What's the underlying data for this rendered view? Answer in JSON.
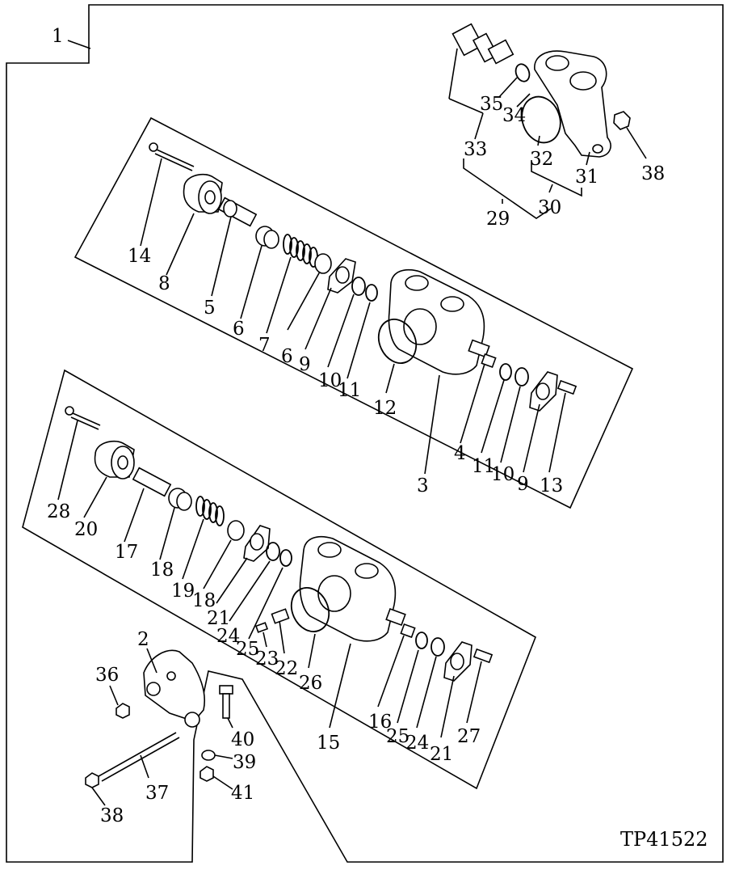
{
  "figure_id": "TP41522",
  "callouts": {
    "c1": "1",
    "c2": "2",
    "c3": "3",
    "c4": "4",
    "c5": "5",
    "c6a": "6",
    "c6b": "6",
    "c7": "7",
    "c8": "8",
    "c9a": "9",
    "c9b": "9",
    "c10a": "10",
    "c10b": "10",
    "c11a": "11",
    "c11b": "11",
    "c12": "12",
    "c13": "13",
    "c14": "14",
    "c15": "15",
    "c16": "16",
    "c17": "17",
    "c18a": "18",
    "c18b": "18",
    "c19": "19",
    "c20": "20",
    "c21a": "21",
    "c21b": "21",
    "c22": "22",
    "c23": "23",
    "c24a": "24",
    "c24b": "24",
    "c25a": "25",
    "c25b": "25",
    "c26": "26",
    "c27": "27",
    "c28": "28",
    "c29": "29",
    "c30": "30",
    "c31": "31",
    "c32": "32",
    "c33": "33",
    "c34": "34",
    "c35": "35",
    "c36": "36",
    "c37": "37",
    "c38a": "38",
    "c38b": "38",
    "c39": "39",
    "c40": "40",
    "c41": "41"
  }
}
